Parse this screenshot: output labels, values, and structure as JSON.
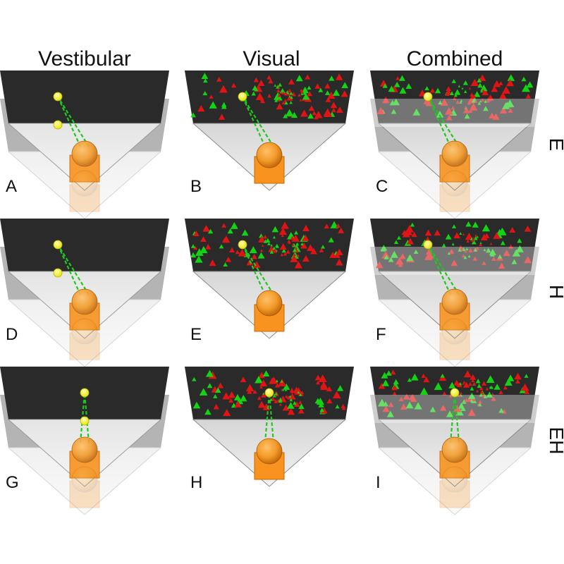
{
  "columns": [
    "Vestibular",
    "Visual",
    "Combined"
  ],
  "rows": [
    "E",
    "H",
    "EH"
  ],
  "panel_labels": [
    [
      "A",
      "B",
      "C"
    ],
    [
      "D",
      "E",
      "F"
    ],
    [
      "G",
      "H",
      "I"
    ]
  ],
  "colors": {
    "screen": "#2a2a2a",
    "floor_top": "#d9d9d9",
    "floor_bottom": "#eeeeee",
    "head": "#f39a28",
    "body": "#f7931e",
    "target": "#f4f20a",
    "gaze": "#1ec81e",
    "dot_red": "#e01414",
    "dot_green": "#14d214"
  }
}
